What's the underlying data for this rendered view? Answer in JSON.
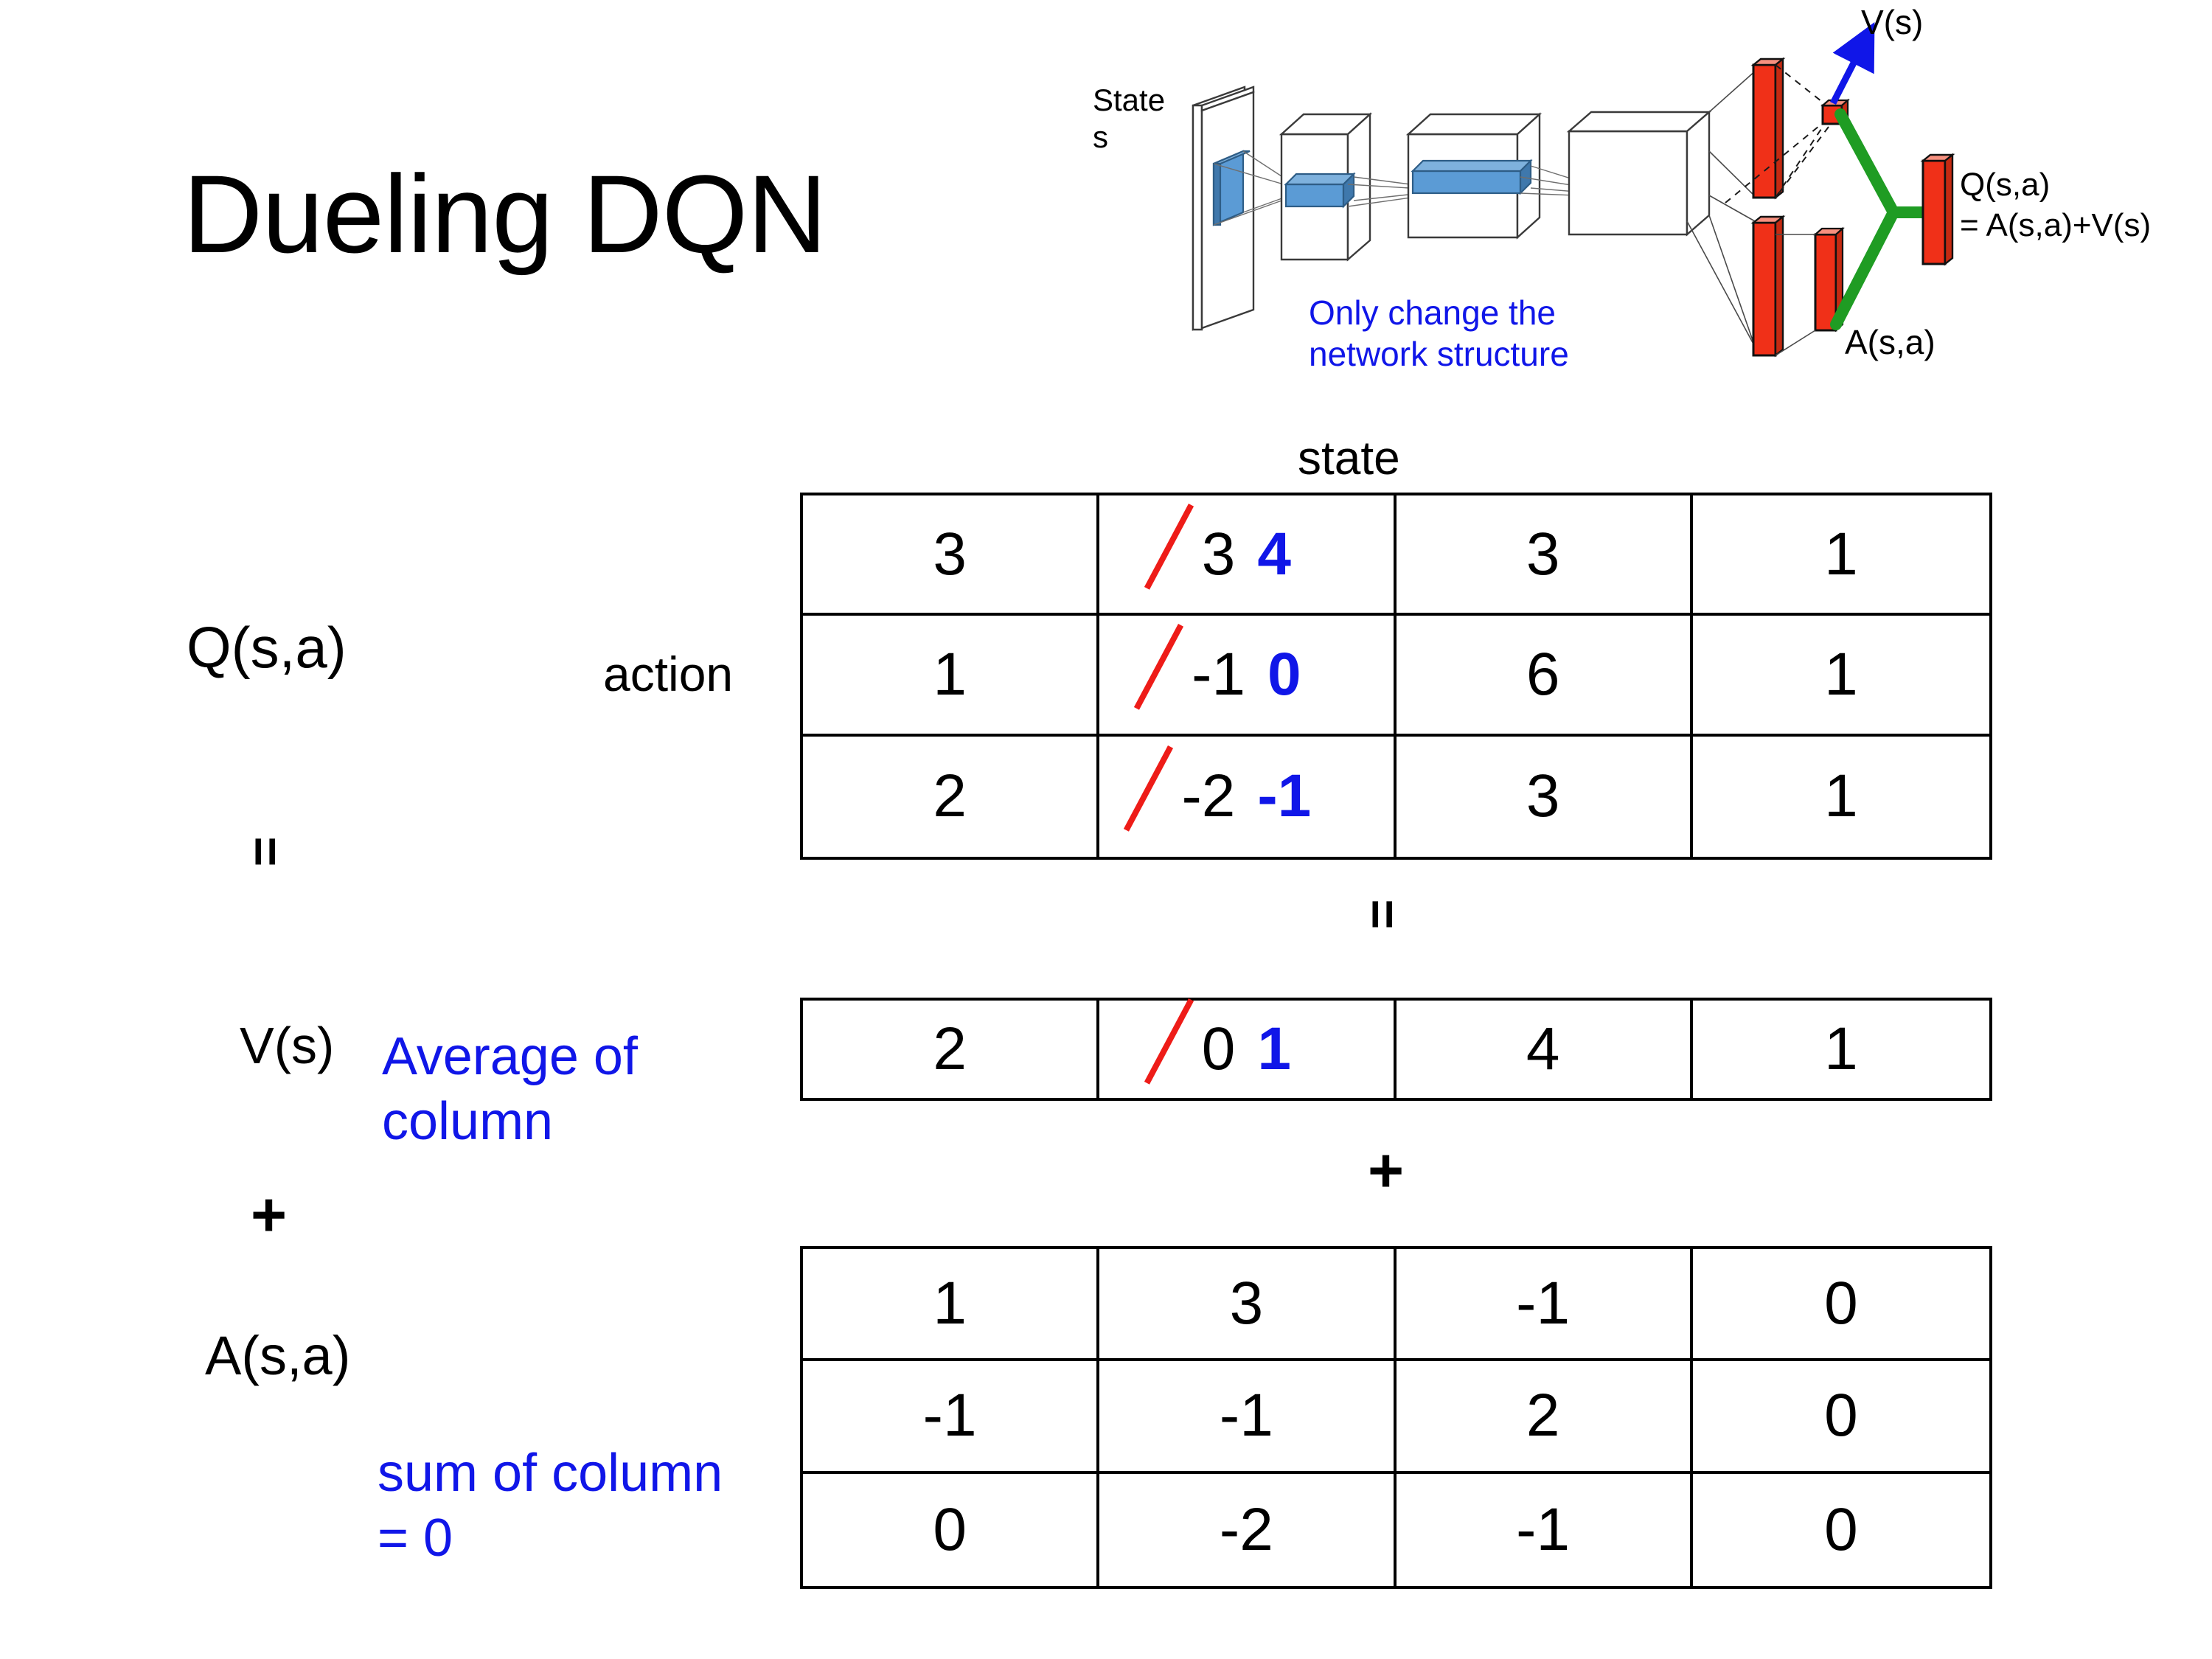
{
  "title": "Dueling DQN",
  "colors": {
    "blue_text": "#1016e8",
    "red_strike": "#ee1c18",
    "green_link": "#1f9c23",
    "red_bar": "#f03018",
    "blue_bar": "#5b9bd5"
  },
  "diagram": {
    "state_label_line1": "State",
    "state_label_line2": "s",
    "note_line1": "Only change the",
    "note_line2": "network structure",
    "value_label": "V(s)",
    "advantage_label": "A(s,a)",
    "q_label_line1": "Q(s,a)",
    "q_label_line2": "= A(s,a)+V(s)"
  },
  "labels": {
    "state_axis": "state",
    "action_axis": "action",
    "q_row": "Q(s,a)",
    "v_row": "V(s)",
    "a_row": "A(s,a)",
    "average_note": "Average of column",
    "sum_note": "sum of column = 0",
    "equals": "=",
    "plus": "+"
  },
  "chart_data": {
    "type": "table",
    "title": "Dueling DQN value decomposition Q(s,a) = V(s) + A(s,a)",
    "xlabel": "state",
    "ylabel": "action",
    "tables": [
      {
        "name": "Q(s,a)",
        "rows": 3,
        "cols": 4,
        "values": [
          [
            "3",
            "3",
            "3",
            "1"
          ],
          [
            "1",
            "-1",
            "6",
            "1"
          ],
          [
            "2",
            "-2",
            "3",
            "1"
          ]
        ],
        "edits": [
          {
            "row": 0,
            "col": 1,
            "old": "3",
            "new": "4"
          },
          {
            "row": 1,
            "col": 1,
            "old": "-1",
            "new": "0"
          },
          {
            "row": 2,
            "col": 1,
            "old": "-2",
            "new": "-1"
          }
        ]
      },
      {
        "name": "V(s)",
        "rows": 1,
        "cols": 4,
        "values": [
          [
            "2",
            "0",
            "4",
            "1"
          ]
        ],
        "edits": [
          {
            "row": 0,
            "col": 1,
            "old": "0",
            "new": "1"
          }
        ]
      },
      {
        "name": "A(s,a)",
        "rows": 3,
        "cols": 4,
        "values": [
          [
            "1",
            "3",
            "-1",
            "0"
          ],
          [
            "-1",
            "-1",
            "2",
            "0"
          ],
          [
            "0",
            "-2",
            "-1",
            "0"
          ]
        ],
        "edits": []
      }
    ]
  }
}
